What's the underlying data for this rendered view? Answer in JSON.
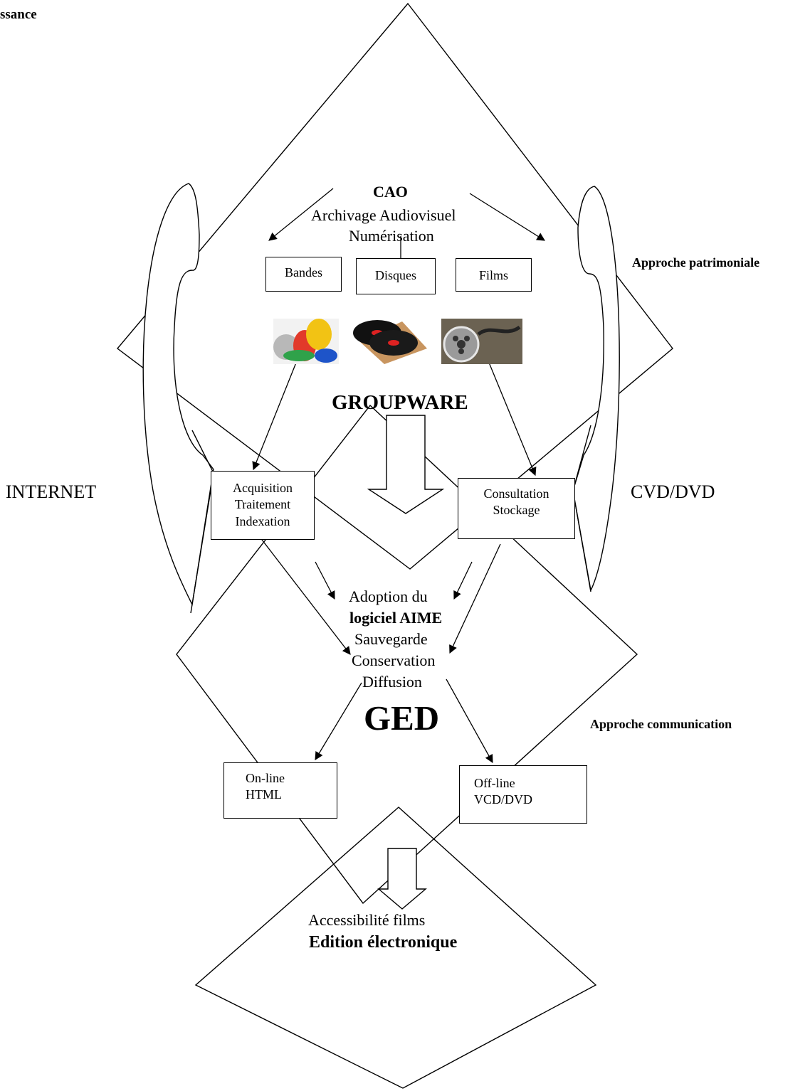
{
  "corner_text": "ssance",
  "center": {
    "cao": "CAO",
    "archivage": "Archivage Audiovisuel",
    "numerisation": "Numérisation"
  },
  "media": {
    "bandes": "Bandes",
    "disques": "Disques",
    "films": "Films"
  },
  "groupware": "GROUPWARE",
  "side_left": "INTERNET",
  "side_right": "CVD/DVD",
  "approche_patrimoniale": "Approche patrimoniale",
  "approche_communication": "Approche communication",
  "acquisition_box": {
    "line1": "Acquisition",
    "line2": "Traitement",
    "line3": "Indexation"
  },
  "consultation_box": {
    "line1": "Consultation",
    "line2": "Stockage"
  },
  "adoption": {
    "line1": "Adoption du",
    "line2": "logiciel AIME",
    "line3": "Sauvegarde",
    "line4": "Conservation",
    "line5": "Diffusion"
  },
  "ged": "GED",
  "online_box": {
    "line1": "On-line",
    "line2": "HTML"
  },
  "offline_box": {
    "line1": "Off-line",
    "line2": "VCD/DVD"
  },
  "bottom": {
    "line1": "Accessibilité films",
    "line2": "Edition électronique"
  }
}
